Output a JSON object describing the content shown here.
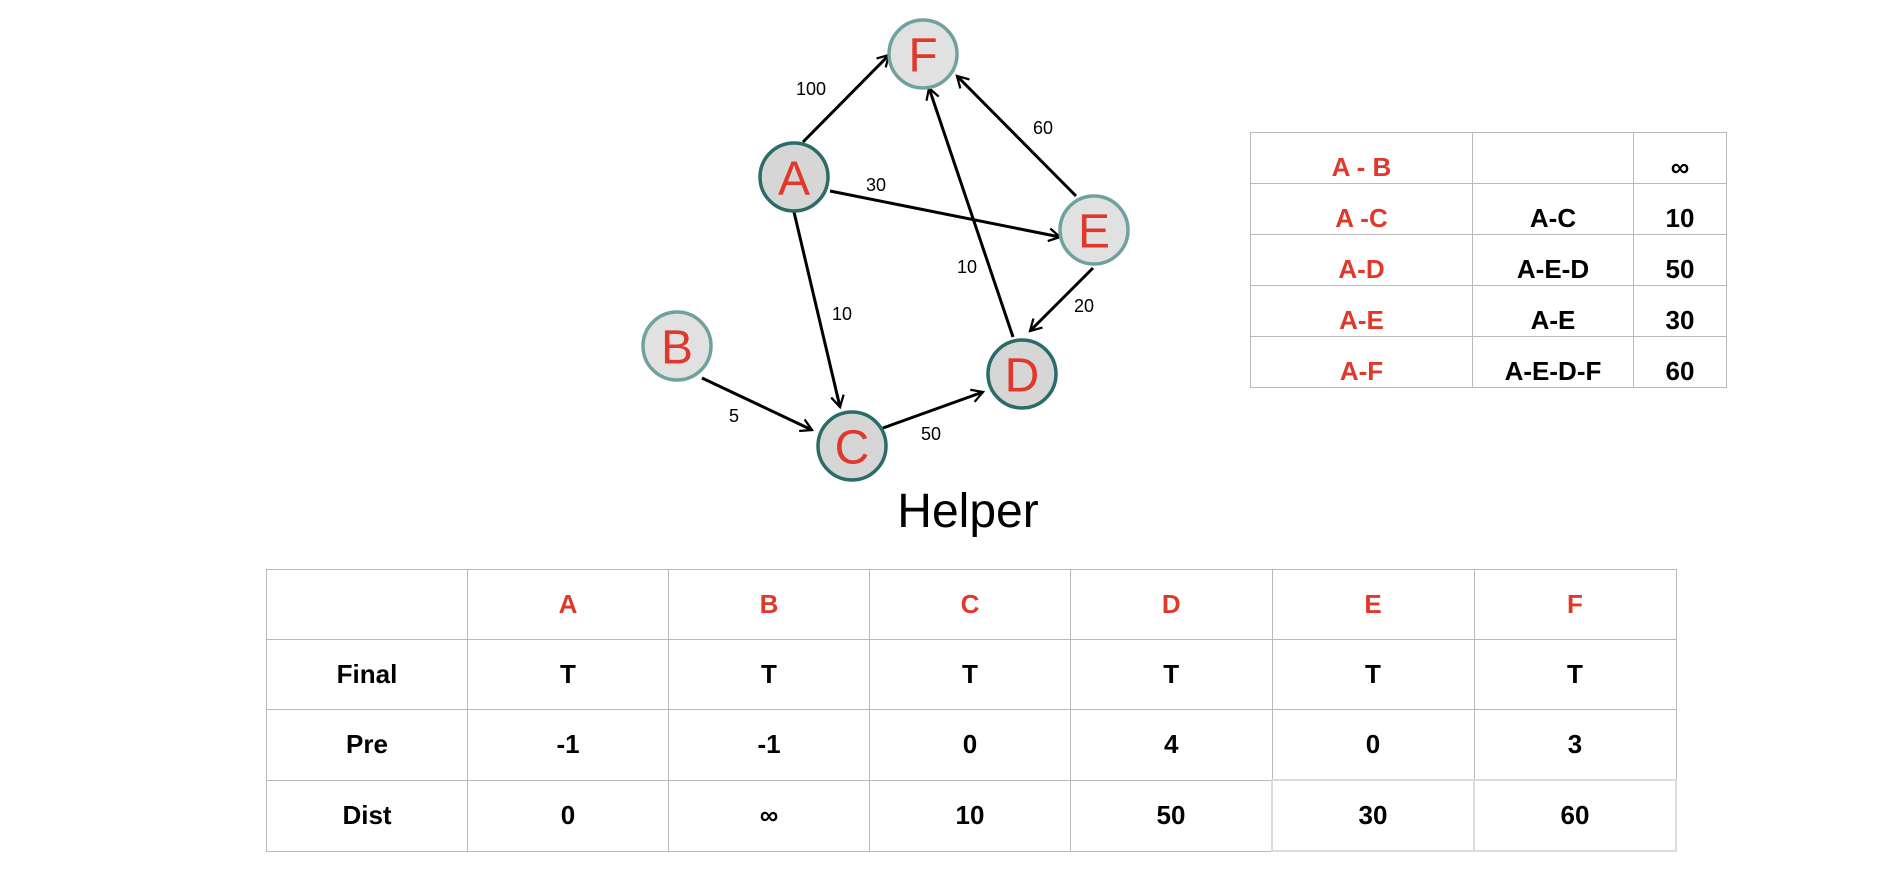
{
  "colors": {
    "label_red": "#e0392b",
    "node_fill": "#e1e1e1",
    "node_dark_fill": "#d6d6d6",
    "node_dark_stroke": "#2b6b68",
    "node_light_stroke": "#6fa19e",
    "grid_line": "#b9b9b9"
  },
  "graph": {
    "nodes": [
      {
        "id": "F",
        "label": "F"
      },
      {
        "id": "A",
        "label": "A"
      },
      {
        "id": "E",
        "label": "E"
      },
      {
        "id": "B",
        "label": "B"
      },
      {
        "id": "D",
        "label": "D"
      },
      {
        "id": "C",
        "label": "C"
      }
    ],
    "edges": [
      {
        "from": "A",
        "to": "F",
        "weight": "100"
      },
      {
        "from": "E",
        "to": "F",
        "weight": "60"
      },
      {
        "from": "A",
        "to": "E",
        "weight": "30"
      },
      {
        "from": "A",
        "to": "C",
        "weight": "10"
      },
      {
        "from": "D",
        "to": "F",
        "weight": "10"
      },
      {
        "from": "E",
        "to": "D",
        "weight": "20"
      },
      {
        "from": "B",
        "to": "C",
        "weight": "5"
      },
      {
        "from": "C",
        "to": "D",
        "weight": "50"
      }
    ]
  },
  "helper_title": "Helper",
  "path_table": {
    "rows": [
      {
        "pair": "A - B",
        "path": "",
        "dist": "∞"
      },
      {
        "pair": "A -C",
        "path": "A-C",
        "dist": "10"
      },
      {
        "pair": "A-D",
        "path": "A-E-D",
        "dist": "50"
      },
      {
        "pair": "A-E",
        "path": "A-E",
        "dist": "30"
      },
      {
        "pair": "A-F",
        "path": "A-E-D-F",
        "dist": "60"
      }
    ]
  },
  "helper_table": {
    "headers": [
      "A",
      "B",
      "C",
      "D",
      "E",
      "F"
    ],
    "rows": [
      {
        "label": "Final",
        "cells": [
          "T",
          "T",
          "T",
          "T",
          "T",
          "T"
        ]
      },
      {
        "label": "Pre",
        "cells": [
          "-1",
          "-1",
          "0",
          "4",
          "0",
          "3"
        ]
      },
      {
        "label": "Dist",
        "cells": [
          "0",
          "∞",
          "10",
          "50",
          "30",
          "60"
        ]
      }
    ]
  }
}
